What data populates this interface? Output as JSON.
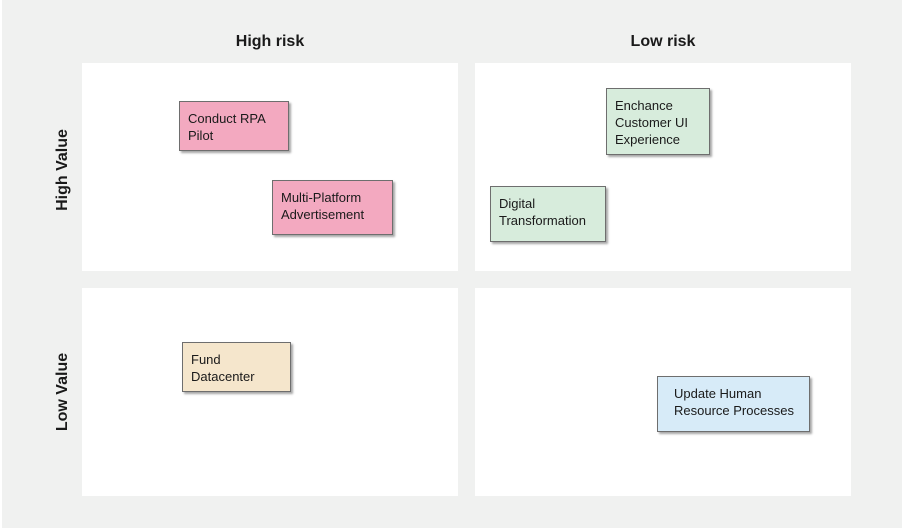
{
  "matrix": {
    "columns": [
      "High risk",
      "Low risk"
    ],
    "rows": [
      "High Value",
      "Low Value"
    ]
  },
  "items": [
    {
      "quadrant": "high-risk-high-value",
      "lines": [
        "Conduct RPA",
        "Pilot"
      ],
      "color": "#f3a9c0"
    },
    {
      "quadrant": "high-risk-high-value",
      "lines": [
        "Multi-Platform",
        "Advertisement"
      ],
      "color": "#f3a9c0"
    },
    {
      "quadrant": "low-risk-high-value",
      "lines": [
        "Enchance",
        "Customer UI",
        "Experience"
      ],
      "color": "#d7ecdc"
    },
    {
      "quadrant": "low-risk-high-value",
      "lines": [
        "Digital",
        "Transformation"
      ],
      "color": "#d7ecdc"
    },
    {
      "quadrant": "high-risk-low-value",
      "lines": [
        "Fund",
        "Datacenter"
      ],
      "color": "#f5e6cc"
    },
    {
      "quadrant": "low-risk-low-value",
      "lines": [
        "Update Human",
        "Resource Processes"
      ],
      "color": "#d7ebf8"
    }
  ]
}
